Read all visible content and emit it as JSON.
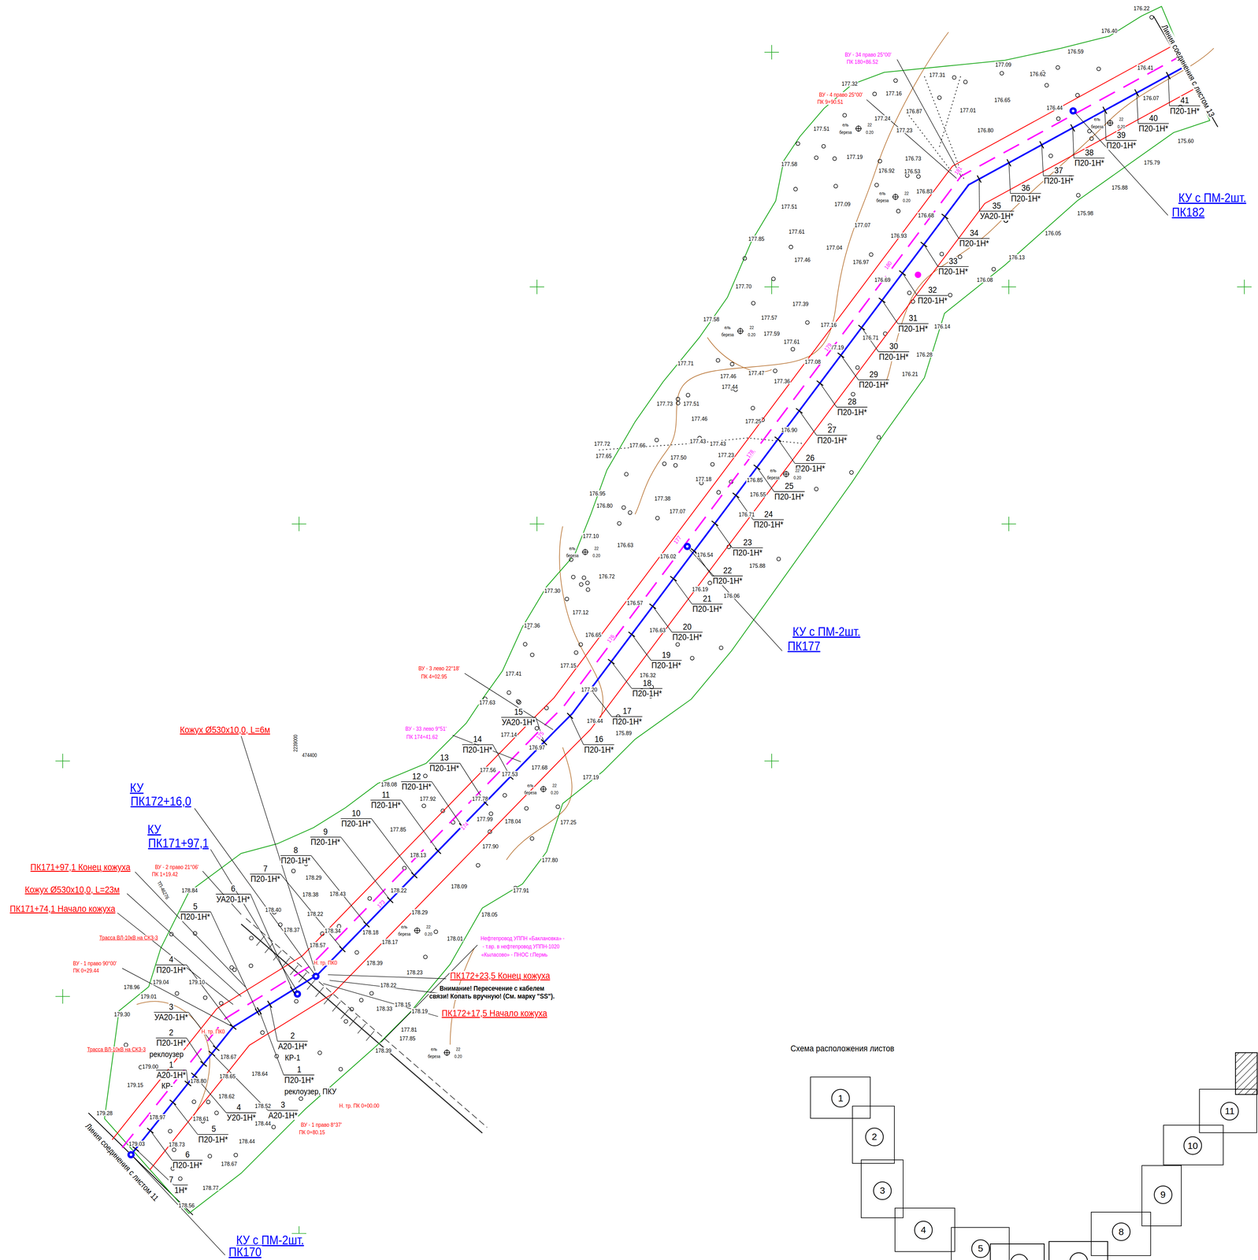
{
  "diagram": {
    "nodes": [
      {
        "text": [
          "1"
        ]
      },
      {
        "text": [
          "2"
        ]
      },
      {
        "text": [
          "3"
        ]
      },
      {
        "text": [
          "4"
        ]
      },
      {
        "text": [
          "5"
        ]
      },
      {
        "text": [
          "8"
        ]
      },
      {
        "text": [
          "9"
        ]
      },
      {
        "text": [
          "10"
        ]
      },
      {
        "text": [
          "11"
        ]
      }
    ],
    "labels": [
      "1",
      "А20-1Н*",
      "2",
      "П20-1Н*",
      "3",
      "УА20-1Н*",
      "4",
      "П20-1Н*",
      "5",
      "П20-1Н*",
      "6",
      "УА20-1Н*",
      "7",
      "П20-1Н*",
      "8",
      "П20-1Н*",
      "9",
      "П20-1Н*",
      "10",
      "П20-1Н*",
      "11",
      "П20-1Н*",
      "12",
      "П20-1Н*",
      "13",
      "П20-1Н*",
      "14",
      "П20-1Н*",
      "15",
      "УА20-1Н*",
      "16",
      "П20-1Н*",
      "17",
      "П20-1Н*",
      "18",
      "П20-1Н*",
      "19",
      "П20-1Н*",
      "20",
      "П20-1Н*",
      "21",
      "П20-1Н*",
      "22",
      "П20-1Н*",
      "23",
      "П20-1Н*",
      "24",
      "П20-1Н*",
      "25",
      "П20-1Н*",
      "26",
      "П20-1Н*",
      "27",
      "П20-1Н*",
      "28",
      "П20-1Н*",
      "29",
      "П20-1Н*",
      "30",
      "П20-1Н*",
      "31",
      "П20-1Н*",
      "32",
      "П20-1Н*",
      "33",
      "П20-1Н*",
      "34",
      "П20-1Н*",
      "35",
      "УА20-1Н*",
      "36",
      "П20-1Н*",
      "37",
      "П20-1Н*",
      "38",
      "П20-1Н*",
      "39",
      "П20-1Н*",
      "40",
      "П20-1Н*",
      "41",
      "П20-1Н*",
      "КР-",
      "реклоузер",
      "2",
      "А20-1Н*",
      "КР-1",
      "1",
      "П20-1Н*",
      "реклоузер, ПКУ",
      "3",
      "А20-1Н*",
      "4",
      "У20-1Н*",
      "5",
      "П20-1Н*",
      "6",
      "П20-1Н*",
      "7",
      "1Н*",
      "КУ с ПМ-2шт.",
      "ПК177",
      "КУ с ПМ-2шт.",
      "ПК182",
      "КУ с ПМ-2шт.",
      "ПК170",
      "КУ",
      "ПК172+16,0",
      "КУ",
      "ПК171+97,1",
      "Кожух Ø530х10,0, L=6м",
      "ПК171+97,1 Конец кожуха",
      "Кожух Ø530х10,0, L=23м",
      "ПК171+74,1 Начало кожуха",
      "ПК172+23,5 Конец кожуха",
      "ПК172+17,5 Начало кожуха",
      "ВУ - 3 лево 22°18'",
      "ПК 4+02.95",
      "ВУ - 4 право 25°00'",
      "ПК 9+90.51",
      "ВУ - 2 право 21°06'",
      "ПК 1+19.42",
      "ВУ - 1 право 90°00'",
      "ПК 0+29.44",
      "ВУ - 1 право 8°37'",
      "ПК 0+80.15",
      "Трасса ВЛ-10кВ на СКЗ-3",
      "Трасса ВЛ-10кВ на СКЗ-3",
      "Н. тр. ПК 0+00.00",
      "Н. тр. ПК0",
      "Н. тр. ПК0",
      "ВУ - 34 право 25°00'",
      "ПК 180+86.52",
      "ВУ - 33 лево 9°51'",
      "ПК 174+41.62",
      "Нефтепровод УППН «Баклановка» -",
      "- т.вр. в нефтепровод УППН-1020",
      "«Кыласово» - ПНОС г.Пермь",
      "Внимание! Пересечение с кабелем",
      "связи! Копать вручную! (См. марку \"SS\").",
      "Схема расположения листов",
      "Линия соединения с листом 13",
      "Линия соединения с листом 11",
      "2239000",
      "474400",
      "ТП-46276",
      "ель",
      "береза",
      "22",
      "0.20",
      "ель",
      "береза",
      "22",
      "0.20",
      "ель",
      "береза",
      "22",
      "0.20",
      "ель",
      "береза",
      "22",
      "0.20",
      "ель",
      "береза",
      "22",
      "0.20",
      "ель",
      "береза",
      "22",
      "0.20",
      "ель",
      "береза",
      "22",
      "0.20",
      "ель",
      "береза",
      "22",
      "0.20",
      "ель",
      "береза",
      "22",
      "0.20",
      "176.22",
      "176.40",
      "176.59",
      "177.09",
      "177.32",
      "177.16",
      "177.31",
      "176.62",
      "176.65",
      "176.87",
      "177.01",
      "177.24",
      "177.23",
      "176.80",
      "177.51",
      "177.19",
      "176.73",
      "176.92",
      "176.53",
      "177.58",
      "176.83",
      "176.68",
      "177.51",
      "177.09",
      "177.07",
      "177.61",
      "176.93",
      "177.04",
      "177.46",
      "176.97",
      "176.69",
      "177.85",
      "177.70",
      "177.39",
      "177.58",
      "177.57",
      "177.59",
      "177.61",
      "177.16",
      "177.19",
      "176.71",
      "177.08",
      "176.28",
      "176.21",
      "177.71",
      "177.46",
      "177.47",
      "177.44",
      "177.36",
      "177.73",
      "177.51",
      "177.46",
      "177.25",
      "176.90",
      "177.72",
      "177.66",
      "177.65",
      "177.50",
      "177.43",
      "177.43",
      "177.23",
      "176.85",
      "177.18",
      "176.55",
      "176.95",
      "176.80",
      "177.38",
      "177.07",
      "176.71",
      "177.10",
      "176.63",
      "176.02",
      "176.54",
      "175.88",
      "176.72",
      "176.19",
      "177.30",
      "176.57",
      "176.06",
      "177.12",
      "177.36",
      "176.65",
      "176.63",
      "177.15",
      "176.32",
      "177.41",
      "177.20",
      "177.63",
      "176.44",
      "175.89",
      "177.14",
      "177.19",
      "177.56",
      "177.53",
      "177.68",
      "176.97",
      "177.78",
      "178.08",
      "177.92",
      "177.99",
      "178.04",
      "177.25",
      "177.85",
      "177.90",
      "178.13",
      "177.80",
      "178.29",
      "178.43",
      "178.38",
      "178.40",
      "178.22",
      "178.37",
      "178.34",
      "178.22",
      "178.09",
      "177.91",
      "178.29",
      "178.18",
      "178.17",
      "178.05",
      "178.01",
      "178.57",
      "178.39",
      "178.23",
      "178.22",
      "178.15",
      "178.19",
      "178.33",
      "177.81",
      "177.85",
      "178.39",
      "179.30",
      "178.96",
      "179.00",
      "179.15",
      "179.28",
      "178.97",
      "178.80",
      "178.73",
      "178.61",
      "178.67",
      "178.65",
      "178.62",
      "178.64",
      "178.52",
      "178.44",
      "178.44",
      "178.67",
      "178.77",
      "178.56",
      "179.03",
      "179.04",
      "179.01",
      "178.84",
      "179.10",
      "176.41",
      "176.07",
      "175.60",
      "175.79",
      "175.88",
      "175.98",
      "176.05",
      "176.13",
      "176.08",
      "176.14",
      "176.44",
      "173",
      "174",
      "175",
      "176",
      "177",
      "178",
      "179",
      "180",
      "181"
    ]
  }
}
